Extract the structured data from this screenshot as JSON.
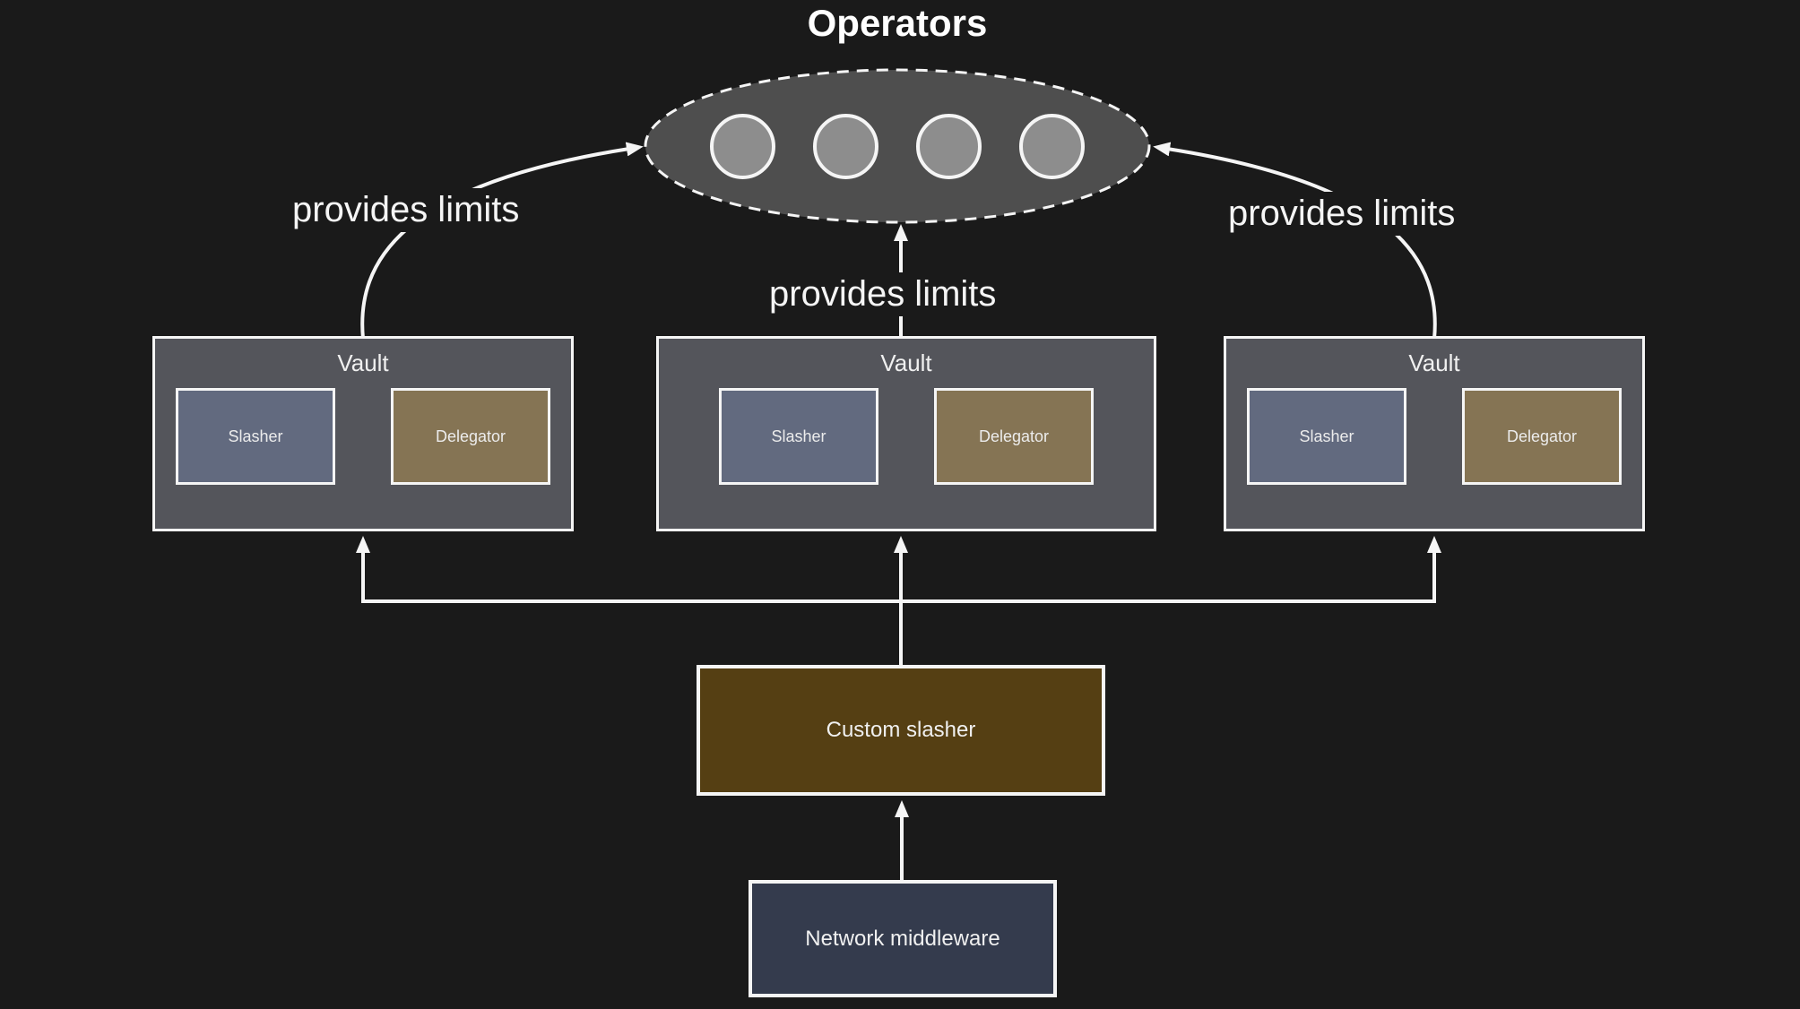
{
  "title": "Operators",
  "operators": {
    "label": "Operators",
    "circles": 4
  },
  "edges": {
    "left": {
      "label": "provides limits",
      "from": "vault-left",
      "to": "operators"
    },
    "middle": {
      "label": "provides limits",
      "from": "vault-middle",
      "to": "operators"
    },
    "right": {
      "label": "provides limits",
      "from": "vault-right",
      "to": "operators"
    }
  },
  "vaults": [
    {
      "title": "Vault",
      "slasher_label": "Slasher",
      "delegator_label": "Delegator"
    },
    {
      "title": "Vault",
      "slasher_label": "Slasher",
      "delegator_label": "Delegator"
    },
    {
      "title": "Vault",
      "slasher_label": "Slasher",
      "delegator_label": "Delegator"
    }
  ],
  "custom_slasher": {
    "label": "Custom slasher"
  },
  "network_middleware": {
    "label": "Network middleware"
  },
  "colors": {
    "bg": "#1a1a1a",
    "line": "#f5f5f5",
    "text": "#ffffff",
    "vault-fill": "#54555b",
    "slasher-fill": "#626a7f",
    "delegator-fill": "#857454",
    "custom-slasher-fill": "#553f13",
    "network-fill": "#343b4d",
    "ellipse-fill": "#4e4e4e",
    "circle-fill": "#8d8d8d"
  }
}
